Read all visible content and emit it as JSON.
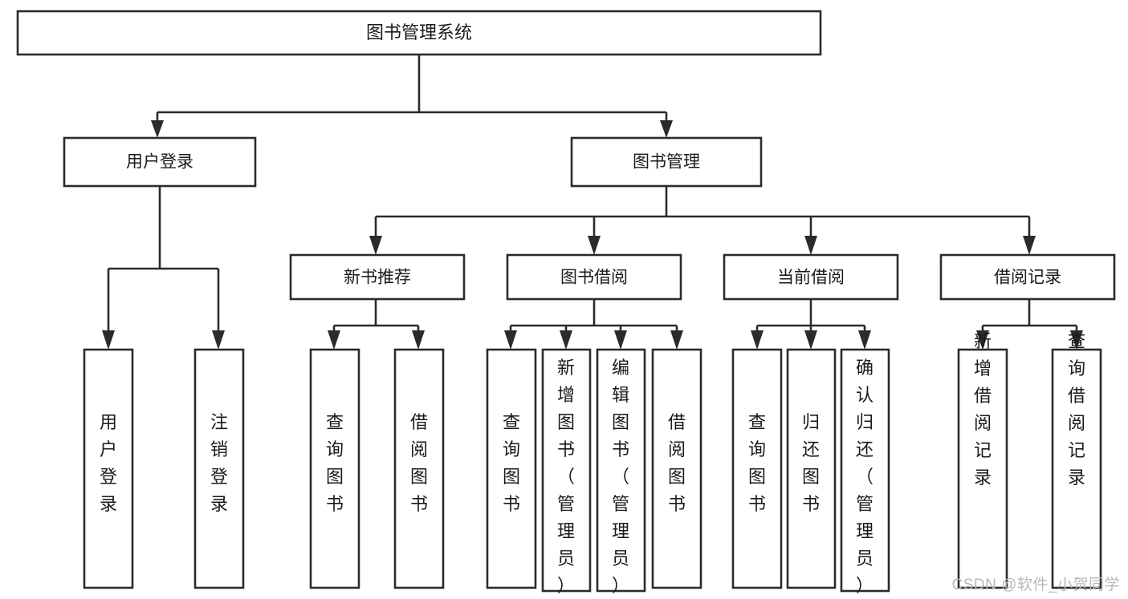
{
  "diagram": {
    "type": "tree",
    "title": "图书管理系统",
    "watermark": "CSDN @软件_小贺同学",
    "colors": {
      "stroke": "#2b2b2b",
      "fill": "#ffffff",
      "text": "#1a1a1a",
      "watermark": "#b9b9b9"
    },
    "levels": {
      "root": {
        "label": "图书管理系统"
      },
      "level2": [
        {
          "label": "用户登录"
        },
        {
          "label": "图书管理"
        }
      ],
      "level3": [
        {
          "label": "新书推荐"
        },
        {
          "label": "图书借阅"
        },
        {
          "label": "当前借阅"
        },
        {
          "label": "借阅记录"
        }
      ]
    },
    "nodes": {
      "root": "图书管理系统",
      "user_login": "用户登录",
      "book_manage": "图书管理",
      "new_book_rec": "新书推荐",
      "book_borrow": "图书借阅",
      "current_borrow": "当前借阅",
      "borrow_record": "借阅记录",
      "leaf_user_login": "用户登录",
      "leaf_user_logout": "注销登录",
      "leaf_query_book_1": "查询图书",
      "leaf_borrow_book_1": "借阅图书",
      "leaf_query_book_2": "查询图书",
      "leaf_add_book": "新增图书（管理员）",
      "leaf_edit_book": "编辑图书（管理员）",
      "leaf_borrow_book_2": "借阅图书",
      "leaf_query_book_3": "查询图书",
      "leaf_return_book": "归还图书",
      "leaf_confirm_return": "确认归还（管理员）",
      "leaf_add_record": "新增借阅记录",
      "leaf_query_record": "查询借阅记录"
    },
    "edges": [
      {
        "from": "root",
        "to": "user_login"
      },
      {
        "from": "root",
        "to": "book_manage"
      },
      {
        "from": "user_login",
        "to": "leaf_user_login"
      },
      {
        "from": "user_login",
        "to": "leaf_user_logout"
      },
      {
        "from": "book_manage",
        "to": "new_book_rec"
      },
      {
        "from": "book_manage",
        "to": "book_borrow"
      },
      {
        "from": "book_manage",
        "to": "current_borrow"
      },
      {
        "from": "book_manage",
        "to": "borrow_record"
      },
      {
        "from": "new_book_rec",
        "to": "leaf_query_book_1"
      },
      {
        "from": "new_book_rec",
        "to": "leaf_borrow_book_1"
      },
      {
        "from": "book_borrow",
        "to": "leaf_query_book_2"
      },
      {
        "from": "book_borrow",
        "to": "leaf_add_book"
      },
      {
        "from": "book_borrow",
        "to": "leaf_edit_book"
      },
      {
        "from": "book_borrow",
        "to": "leaf_borrow_book_2"
      },
      {
        "from": "current_borrow",
        "to": "leaf_query_book_3"
      },
      {
        "from": "current_borrow",
        "to": "leaf_return_book"
      },
      {
        "from": "current_borrow",
        "to": "leaf_confirm_return"
      },
      {
        "from": "borrow_record",
        "to": "leaf_add_record"
      },
      {
        "from": "borrow_record",
        "to": "leaf_query_record"
      }
    ]
  }
}
